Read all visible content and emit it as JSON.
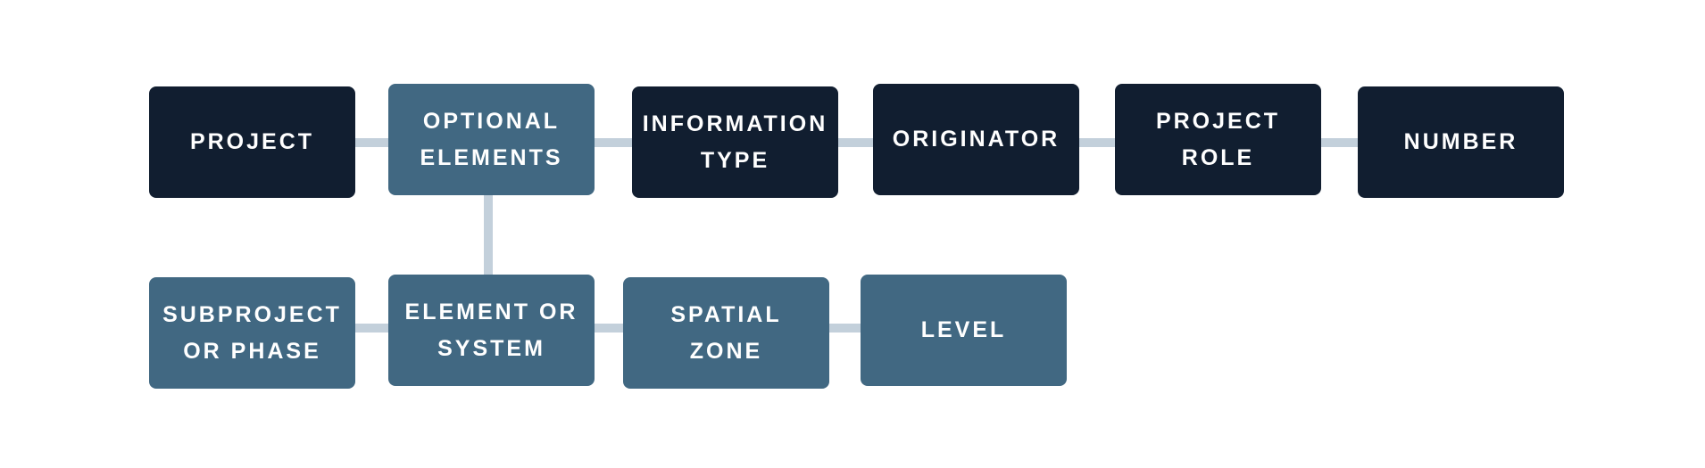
{
  "colors": {
    "dark_box": "#111e30",
    "light_box": "#416882",
    "connector": "#c3d0db",
    "text": "#ffffff",
    "background": "#ffffff"
  },
  "top_row": [
    {
      "label": "PROJECT"
    },
    {
      "label": "OPTIONAL\nELEMENTS"
    },
    {
      "label": "INFORMATION\nTYPE"
    },
    {
      "label": "ORIGINATOR"
    },
    {
      "label": "PROJECT\nROLE"
    },
    {
      "label": "NUMBER"
    }
  ],
  "bottom_row": [
    {
      "label": "SUBPROJECT\nOR PHASE"
    },
    {
      "label": "ELEMENT OR\nSYSTEM"
    },
    {
      "label": "SPATIAL\nZONE"
    },
    {
      "label": "LEVEL"
    }
  ]
}
